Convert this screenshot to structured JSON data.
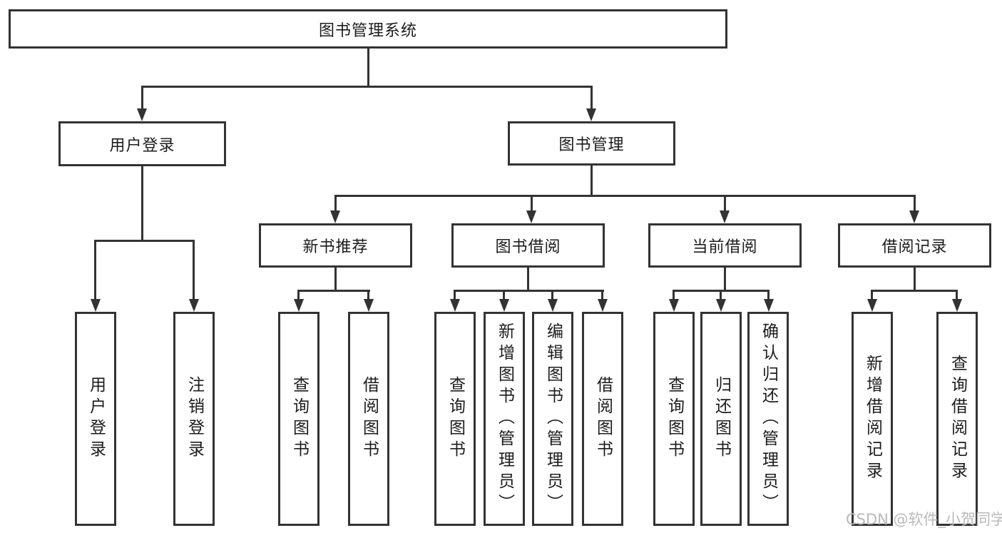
{
  "diagram_type": "hierarchy-tree",
  "tree": {
    "root": {
      "label": "图书管理系统"
    },
    "children": [
      {
        "label": "用户登录",
        "children": [
          {
            "label": "用户登录"
          },
          {
            "label": "注销登录"
          }
        ]
      },
      {
        "label": "图书管理",
        "children": [
          {
            "label": "新书推荐",
            "children": [
              {
                "label": "查询图书"
              },
              {
                "label": "借阅图书"
              }
            ]
          },
          {
            "label": "图书借阅",
            "children": [
              {
                "label": "查询图书"
              },
              {
                "label": "新增图书（管理员）"
              },
              {
                "label": "编辑图书（管理员）"
              },
              {
                "label": "借阅图书"
              }
            ]
          },
          {
            "label": "当前借阅",
            "children": [
              {
                "label": "查询图书"
              },
              {
                "label": "归还图书"
              },
              {
                "label": "确认归还（管理员）"
              }
            ]
          },
          {
            "label": "借阅记录",
            "children": [
              {
                "label": "新增借阅记录"
              },
              {
                "label": "查询借阅记录"
              }
            ]
          }
        ]
      }
    ]
  },
  "watermark": {
    "text": "CSDN @软件_小贺同学"
  },
  "colors": {
    "line": "#333333",
    "text": "#1c1c1c",
    "watermark": "#b9b9b9",
    "background": "#ffffff"
  }
}
